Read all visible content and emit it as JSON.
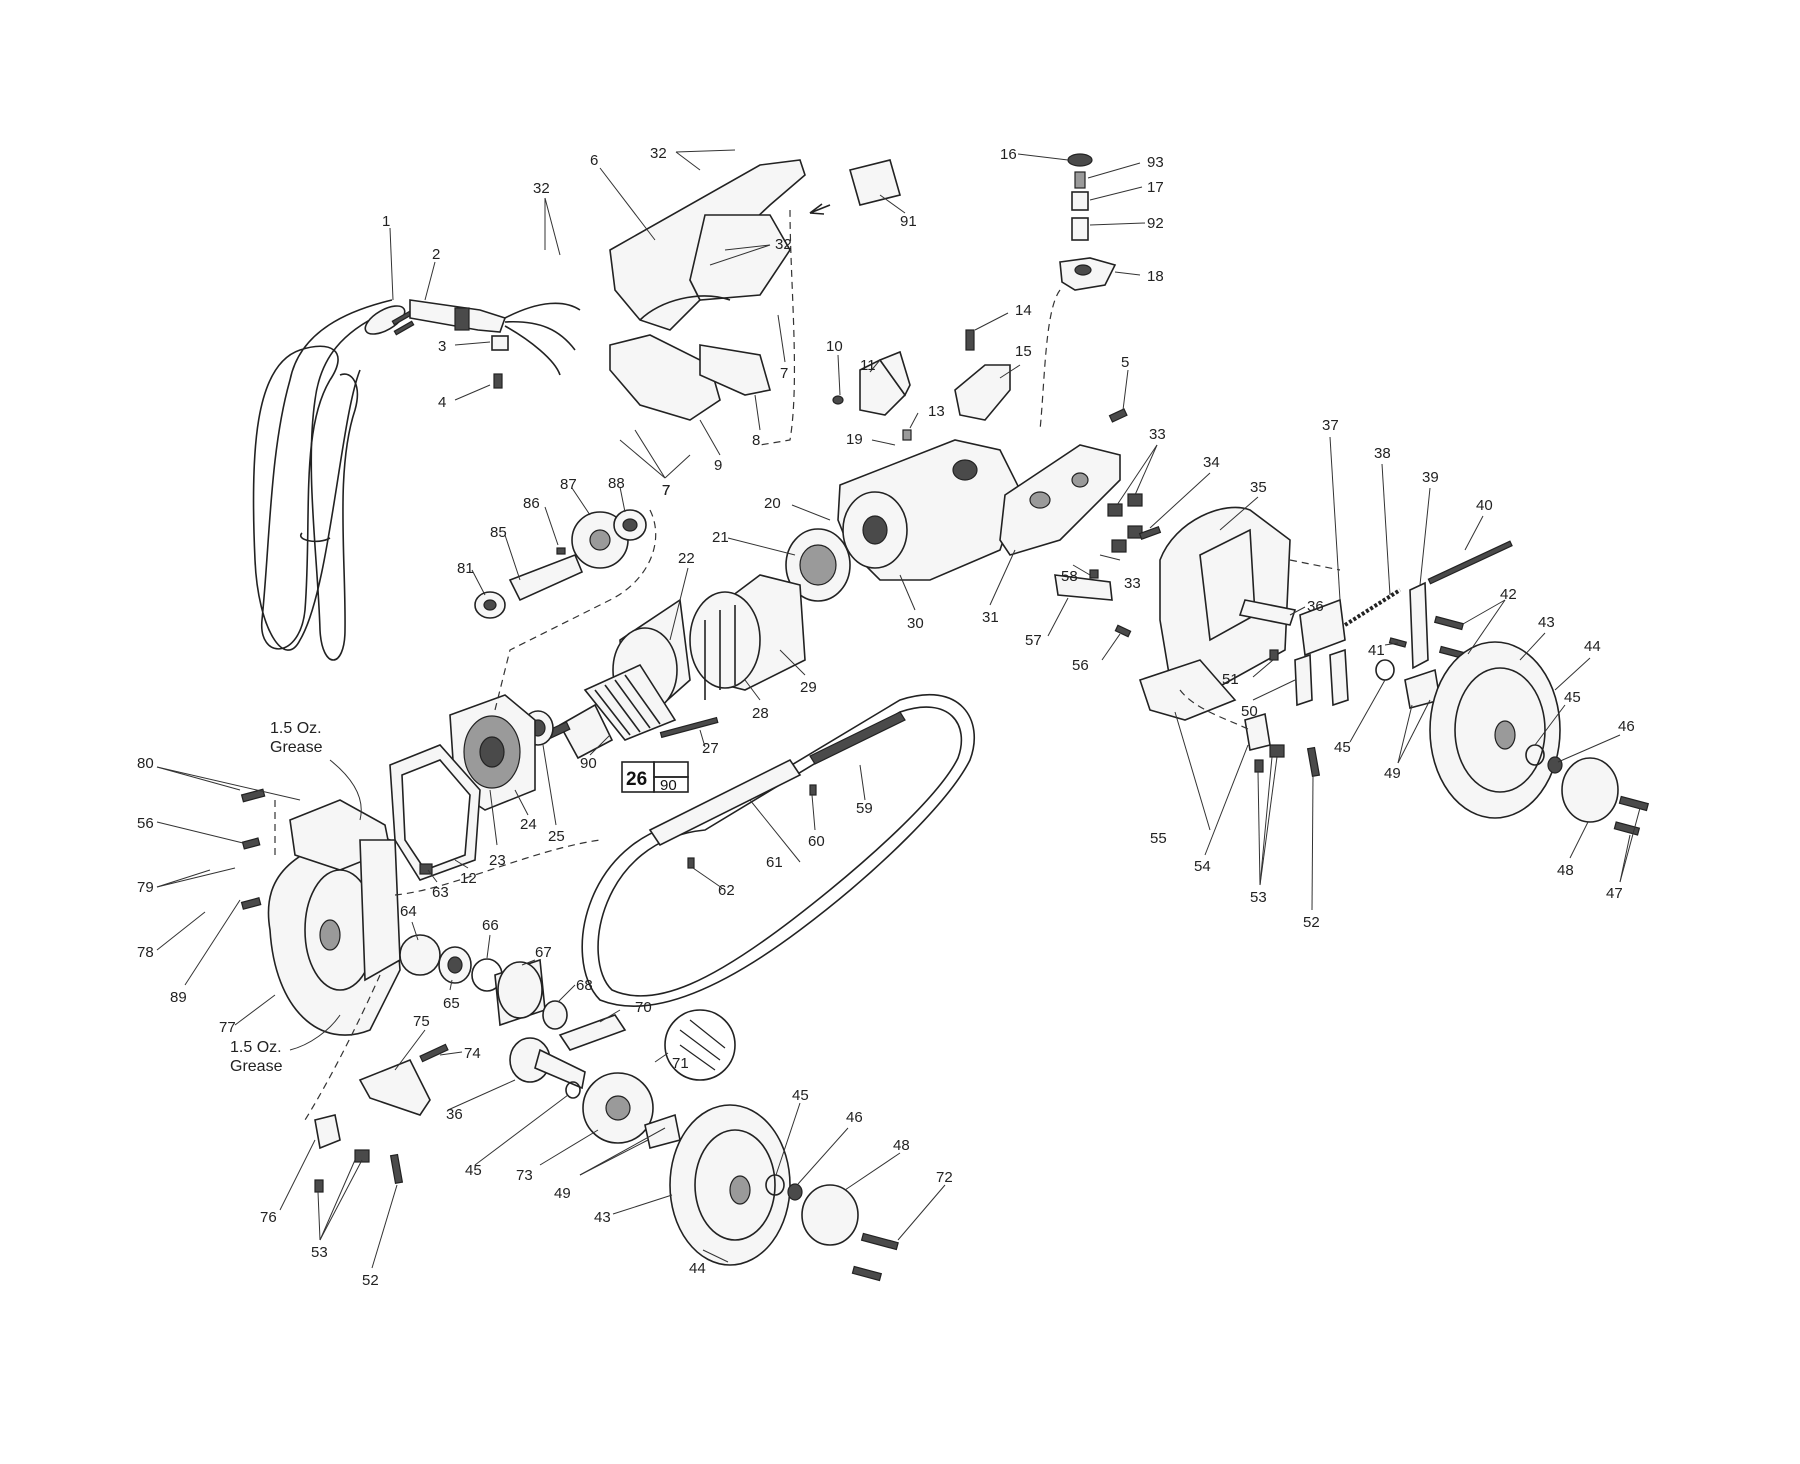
{
  "notes": {
    "grease_top": [
      "1.5 Oz.",
      "Grease"
    ],
    "grease_bottom": [
      "1.5 Oz.",
      "Grease"
    ],
    "kit_box_top": "26",
    "kit_box_bottom": "90"
  },
  "callouts": [
    "1",
    "2",
    "3",
    "4",
    "5",
    "6",
    "7",
    "7",
    "7",
    "7",
    "8",
    "9",
    "10",
    "11",
    "12",
    "13",
    "14",
    "15",
    "16",
    "17",
    "18",
    "19",
    "20",
    "21",
    "22",
    "23",
    "24",
    "25",
    "27",
    "28",
    "29",
    "30",
    "31",
    "32",
    "32",
    "32",
    "33",
    "33",
    "34",
    "35",
    "36",
    "36",
    "37",
    "38",
    "39",
    "40",
    "41",
    "42",
    "43",
    "43",
    "44",
    "44",
    "45",
    "45",
    "45",
    "45",
    "46",
    "46",
    "47",
    "48",
    "48",
    "49",
    "49",
    "50",
    "51",
    "52",
    "52",
    "53",
    "53",
    "54",
    "55",
    "56",
    "56",
    "57",
    "58",
    "59",
    "60",
    "61",
    "62",
    "63",
    "64",
    "65",
    "66",
    "67",
    "68",
    "70",
    "71",
    "72",
    "73",
    "74",
    "75",
    "76",
    "77",
    "78",
    "79",
    "80",
    "81",
    "85",
    "86",
    "87",
    "88",
    "89",
    "90",
    "91",
    "92",
    "93"
  ]
}
